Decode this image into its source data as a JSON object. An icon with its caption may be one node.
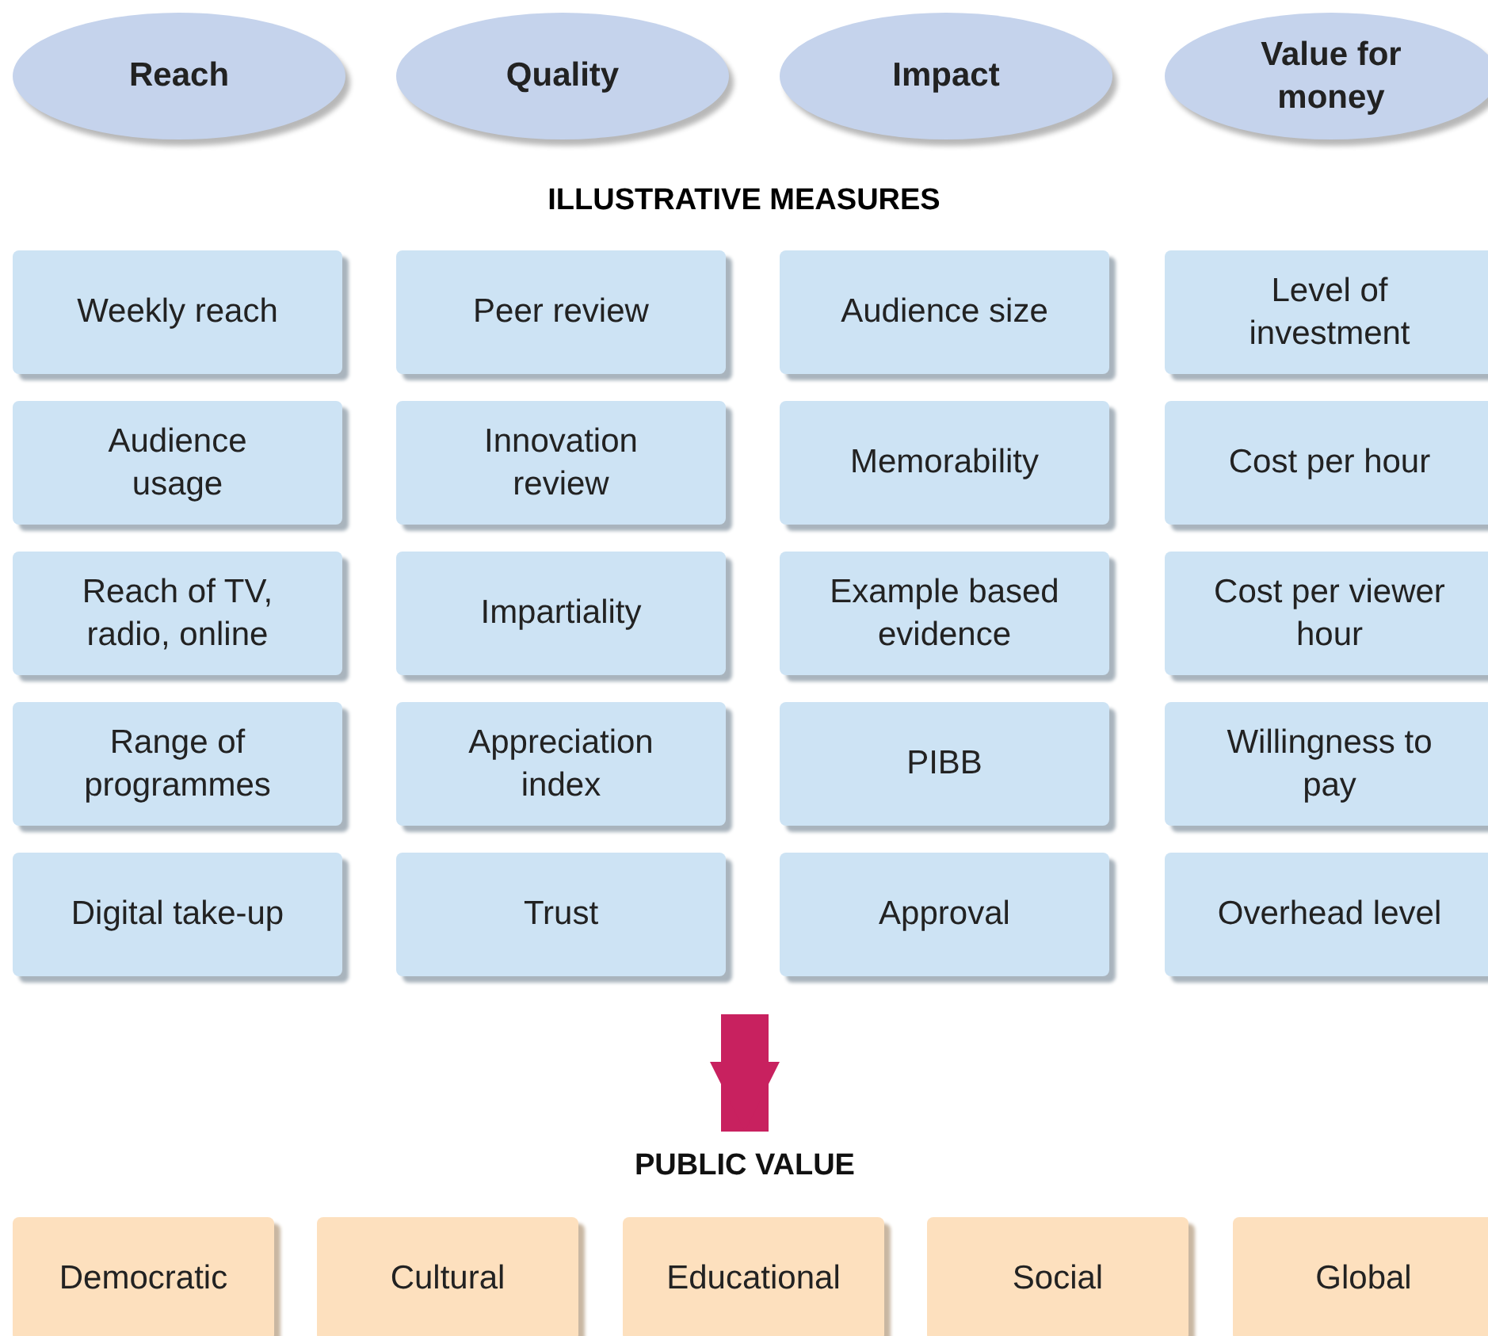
{
  "diagram": {
    "nodes": [
      {
        "text": [
          "Reach"
        ]
      },
      {
        "text": [
          "Quality"
        ]
      },
      {
        "text": [
          "Impact"
        ]
      },
      {
        "text": [
          "Value for money"
        ]
      },
      {
        "text": [
          "Weekly reach"
        ]
      },
      {
        "text": [
          "Peer review"
        ]
      },
      {
        "text": [
          "Audience size"
        ]
      },
      {
        "text": [
          "Level of investment"
        ]
      },
      {
        "text": [
          "Audience usage"
        ]
      },
      {
        "text": [
          "Innovation review"
        ]
      },
      {
        "text": [
          "Memorability"
        ]
      },
      {
        "text": [
          "Cost per hour"
        ]
      },
      {
        "text": [
          "Reach of TV, radio, online"
        ]
      },
      {
        "text": [
          "Impartiality"
        ]
      },
      {
        "text": [
          "Example based evidence"
        ]
      },
      {
        "text": [
          "Cost per viewer hour"
        ]
      },
      {
        "text": [
          "Range of programmes"
        ]
      },
      {
        "text": [
          "Appreciation index"
        ]
      },
      {
        "text": [
          "PIBB"
        ]
      },
      {
        "text": [
          "Willingness to pay"
        ]
      },
      {
        "text": [
          "Digital take-up"
        ]
      },
      {
        "text": [
          "Trust"
        ]
      },
      {
        "text": [
          "Approval"
        ]
      },
      {
        "text": [
          "Overhead level"
        ]
      },
      {
        "text": [
          "PUBLIC VALUE"
        ]
      },
      {
        "text": [
          "Democratic"
        ]
      },
      {
        "text": [
          "Cultural"
        ]
      },
      {
        "text": [
          "Educational"
        ]
      },
      {
        "text": [
          "Social"
        ]
      },
      {
        "text": [
          "Global"
        ]
      }
    ],
    "edges": [
      {
        "from": null,
        "to": 24,
        "arrow": "to"
      }
    ],
    "labels": [
      "ILLUSTRATIVE MEASURES"
    ]
  }
}
